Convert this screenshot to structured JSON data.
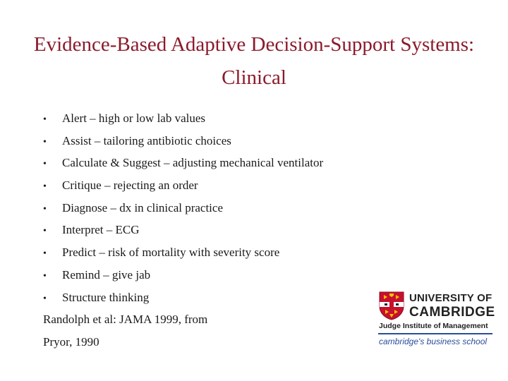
{
  "slide": {
    "title_line1": "Evidence-Based Adaptive Decision-Support Systems:",
    "title_line2": "Clinical",
    "bullet_symbol": "•",
    "bullets": [
      "Alert – high or low lab values",
      "Assist – tailoring antibiotic choices",
      "Calculate & Suggest – adjusting mechanical ventilator",
      "Critique – rejecting an order",
      "Diagnose – dx in clinical practice",
      "Interpret – ECG",
      "Predict – risk of mortality with severity score",
      "Remind – give jab",
      "Structure thinking"
    ],
    "citation_line1": "Randolph et al: JAMA 1999, from",
    "citation_line2": "Pryor, 1990"
  },
  "logo": {
    "line1": "UNIVERSITY OF",
    "line2": "CAMBRIDGE",
    "line3": "Judge Institute of Management",
    "line4": "cambridge's business school",
    "colors": {
      "shield_red": "#c8102e",
      "accent_blue": "#2a4d9b"
    }
  },
  "colors": {
    "title": "#8b1a2b",
    "text": "#1a1a1a",
    "background": "#ffffff"
  }
}
